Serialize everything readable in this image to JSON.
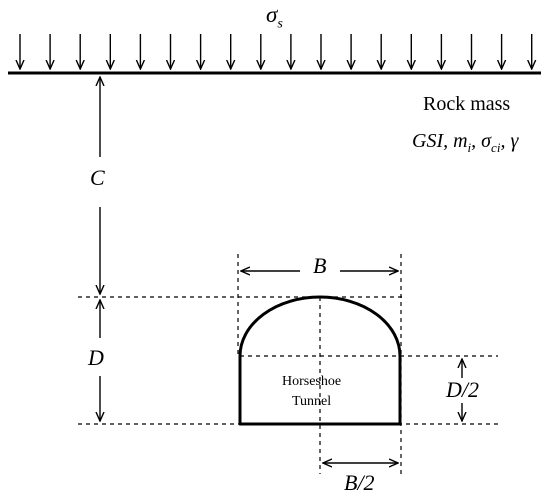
{
  "load": {
    "symbol": "σ",
    "subscript": "s"
  },
  "medium": {
    "name": "Rock mass",
    "parameters": "GSI, mi, σci, γ"
  },
  "dimensions": {
    "cover": "C",
    "width": "B",
    "height": "D",
    "half_height": "D/2",
    "half_width": "B/2"
  },
  "tunnel": {
    "line1": "Horseshoe",
    "line2": "Tunnel"
  },
  "colors": {
    "stroke": "#000000",
    "background": "#ffffff"
  }
}
